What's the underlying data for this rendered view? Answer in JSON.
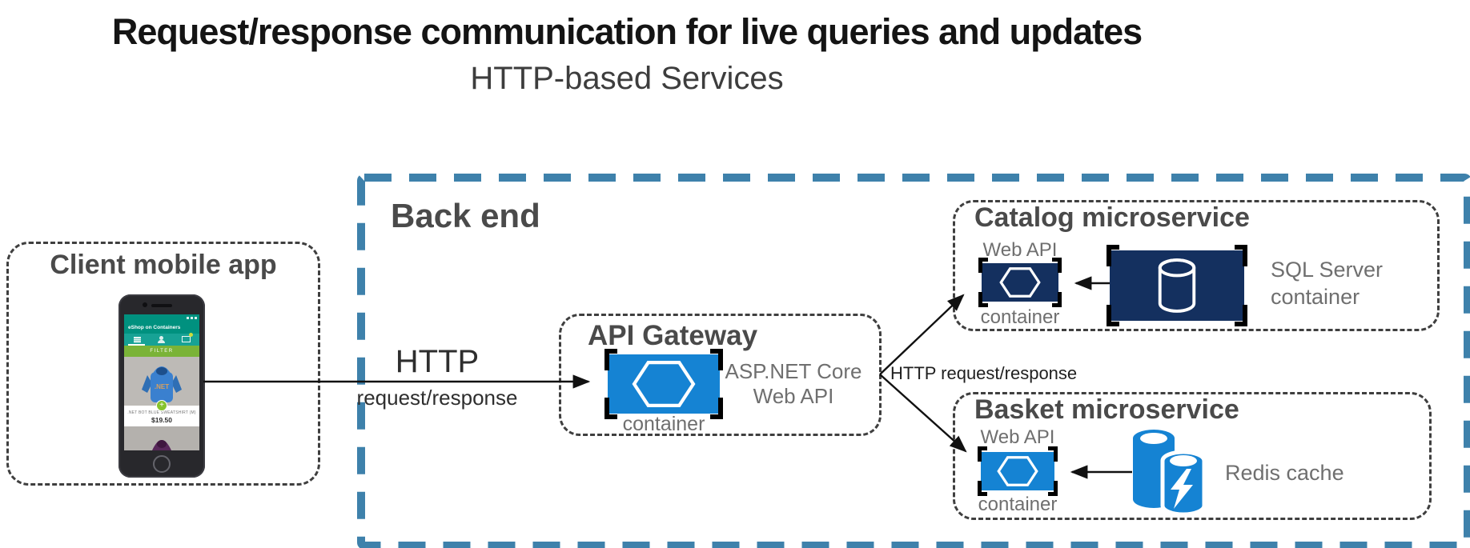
{
  "header": {
    "title": "Request/response communication for live queries and updates",
    "subtitle": "HTTP-based Services"
  },
  "backend": {
    "title": "Back end"
  },
  "client": {
    "title": "Client mobile app",
    "phone": {
      "app_title": "eShop on Containers",
      "filter_label": "FILTER",
      "product_name": ".NET BOT BLUE SWEATSHIRT (M)",
      "product_price": "$19.50",
      "hoodie_text": ".NET"
    }
  },
  "flow": {
    "http_label": "HTTP",
    "reqres_label": "request/response",
    "split_label": "HTTP request/response"
  },
  "gateway": {
    "title": "API Gateway",
    "container_label": "container",
    "tech_label": "ASP.NET Core Web API"
  },
  "catalog": {
    "title": "Catalog microservice",
    "webapi_label": "Web API",
    "container_label": "container",
    "db_label": "SQL Server container"
  },
  "basket": {
    "title": "Basket microservice",
    "webapi_label": "Web API",
    "container_label": "container",
    "cache_label": "Redis cache"
  },
  "icons": {
    "gateway_container": "hexagon-container-icon",
    "catalog_container": "hexagon-container-icon",
    "basket_container": "hexagon-container-icon",
    "sql_server": "database-cylinder-icon",
    "redis": "cylinders-lightning-icon",
    "phone_nav": [
      "hamburger-icon",
      "person-icon",
      "cart-icon"
    ]
  },
  "colors": {
    "backend_border": "#3e81ab",
    "container_blue": "#1583d3",
    "container_navy": "#14305f",
    "bracket_purple": "#7a1fa2",
    "arrow_black": "#111111",
    "title_gray": "#4a4a4a",
    "label_gray": "#6f6f6f",
    "phone_teal": "#00917f",
    "filter_green": "#7ab337",
    "plus_button_green": "#86c32d"
  }
}
